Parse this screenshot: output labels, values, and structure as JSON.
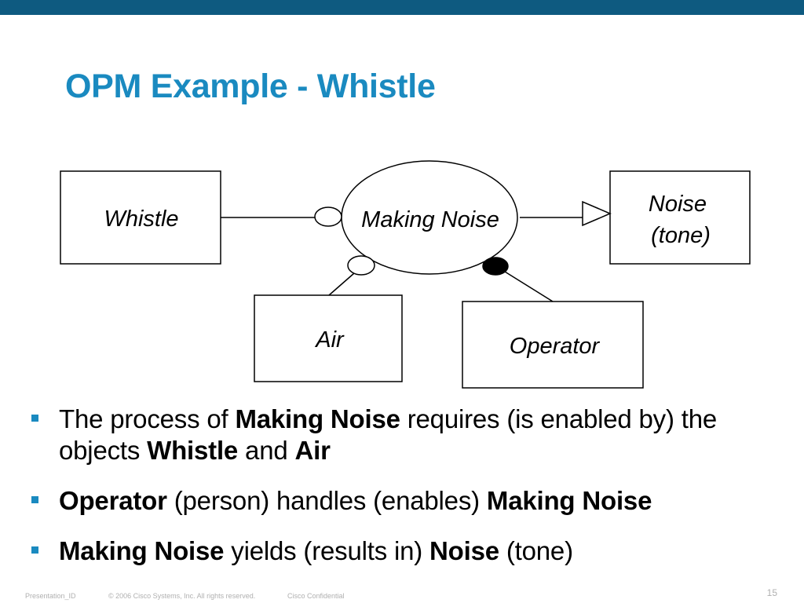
{
  "slide": {
    "title": "OPM Example - Whistle",
    "accent_color": "#1a8ac0",
    "topbar_color": "#0e5a80"
  },
  "diagram": {
    "objects": {
      "whistle": "Whistle",
      "noise_line1": "Noise",
      "noise_line2": "(tone)",
      "air": "Air",
      "operator": "Operator"
    },
    "process": "Making Noise",
    "links": [
      {
        "from": "Whistle",
        "to": "Making Noise",
        "type": "instrument"
      },
      {
        "from": "Air",
        "to": "Making Noise",
        "type": "instrument"
      },
      {
        "from": "Operator",
        "to": "Making Noise",
        "type": "agent"
      },
      {
        "from": "Making Noise",
        "to": "Noise (tone)",
        "type": "result"
      }
    ]
  },
  "bullets": [
    {
      "parts": [
        {
          "text": "The process of ",
          "bold": false
        },
        {
          "text": "Making Noise",
          "bold": true
        },
        {
          "text": " requires (is enabled by) the objects ",
          "bold": false
        },
        {
          "text": "Whistle",
          "bold": true
        },
        {
          "text": " and ",
          "bold": false
        },
        {
          "text": "Air",
          "bold": true
        }
      ]
    },
    {
      "parts": [
        {
          "text": "Operator",
          "bold": true
        },
        {
          "text": " (person) handles (enables) ",
          "bold": false
        },
        {
          "text": "Making Noise",
          "bold": true
        }
      ]
    },
    {
      "parts": [
        {
          "text": "Making Noise",
          "bold": true
        },
        {
          "text": " yields (results in) ",
          "bold": false
        },
        {
          "text": "Noise",
          "bold": true
        },
        {
          "text": " (tone)",
          "bold": false
        }
      ]
    }
  ],
  "footer": {
    "presentation_id": "Presentation_ID",
    "copyright": "© 2006 Cisco Systems, Inc. All rights reserved.",
    "confidential": "Cisco Confidential",
    "page_number": "15"
  }
}
